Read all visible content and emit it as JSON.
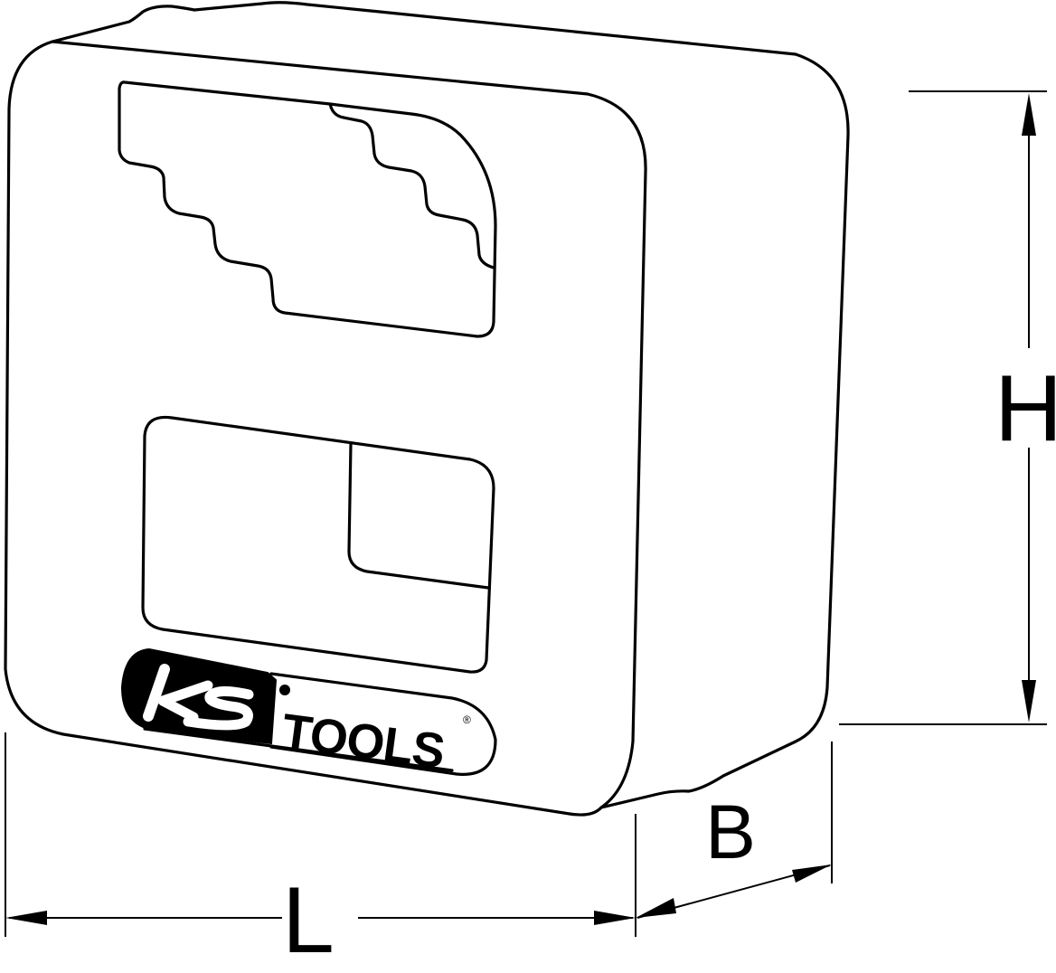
{
  "diagram": {
    "subject": "magnetizer / demagnetizer block",
    "stroke_color": "#000000",
    "background_color": "#ffffff"
  },
  "logo": {
    "brand_left": "KS",
    "brand_right": "TOOLS",
    "registered_mark": "®"
  },
  "dimensions": {
    "height_label": "H",
    "width_label": "B",
    "length_label": "L"
  }
}
